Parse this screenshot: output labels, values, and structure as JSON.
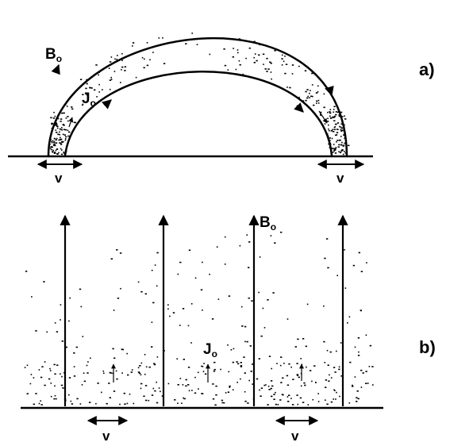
{
  "panel_a": {
    "label": "a)",
    "field_label": {
      "main": "B",
      "sub": "o"
    },
    "current_label": {
      "main": "J",
      "sub": "o"
    },
    "velocity_left": "v",
    "velocity_right": "v"
  },
  "panel_b": {
    "label": "b)",
    "field_label": {
      "main": "B",
      "sub": "o"
    },
    "current_label": {
      "main": "J",
      "sub": "o"
    },
    "velocity_left": "v",
    "velocity_right": "v"
  },
  "colors": {
    "ink": "#000000",
    "background": "#ffffff"
  },
  "icons": [
    "field-arrow-icon",
    "current-arrow-icon",
    "double-arrow-icon"
  ]
}
